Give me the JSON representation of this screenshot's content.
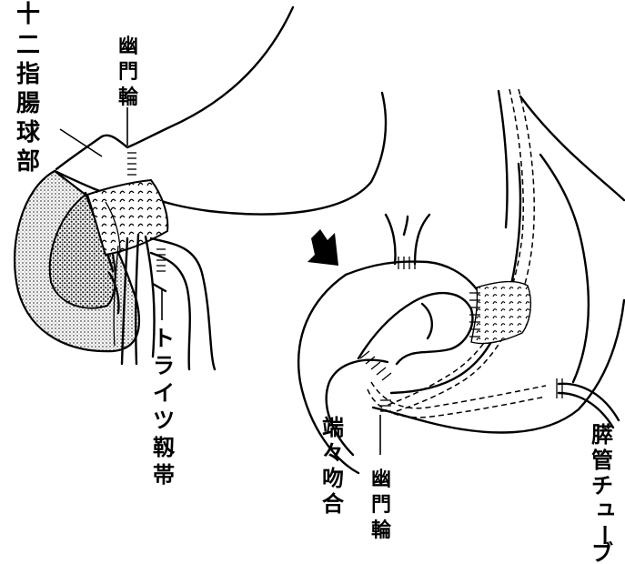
{
  "labels": {
    "duodenal_bulb": [
      "十",
      "二",
      "指",
      "腸",
      "球",
      "部"
    ],
    "pylorus_left": [
      "幽",
      "門",
      "輪"
    ],
    "ligament_treitz": [
      "ト",
      "ラ",
      "イ",
      "ツ",
      "靱",
      "帯"
    ],
    "end_to_end": [
      "端",
      "々",
      "吻",
      "合"
    ],
    "pylorus_right": [
      "幽",
      "門",
      "輪"
    ],
    "pancreatic_tube": [
      "膵",
      "管",
      "チ",
      "ュ",
      "ー",
      "ブ"
    ]
  },
  "colors": {
    "ink": "#000000",
    "background": "#ffffff",
    "stipple": "#c9c9c9"
  },
  "icons": {
    "arrow": "down-right-arrow-icon"
  }
}
